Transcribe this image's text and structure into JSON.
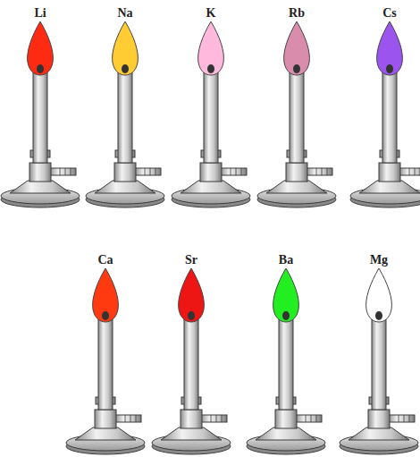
{
  "diagram": {
    "labels": [
      "Li",
      "Na",
      "K",
      "Rb",
      "Cs",
      "Ca",
      "Sr",
      "Ba",
      "Mg"
    ]
  }
}
